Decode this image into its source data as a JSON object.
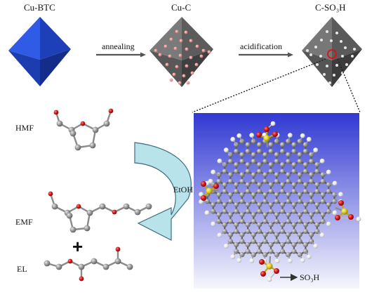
{
  "labels": {
    "cubtc": "Cu-BTC",
    "cuc": "Cu-C",
    "cso3h": "C-SO₃H",
    "annealing": "annealing",
    "acidification": "acidification",
    "hmf": "HMF",
    "etoh": "EtOH",
    "emf": "EMF",
    "plus": "+",
    "el": "EL",
    "so3h": "SO₃H"
  },
  "colors": {
    "octahedron_blue": "#2a55e0",
    "octahedron_gray": "#6e6e6e",
    "cu_particle": "#e88a8a",
    "pore": "#d8d8d8",
    "highlight_ring": "#e01010",
    "curved_arrow": "#b7e2ea",
    "graphene_bg_top": "#3b3fd8",
    "graphene_bg_bottom": "#f4f4fb",
    "carbon": "#8f8f8f",
    "oxygen": "#c21a1a",
    "sulfur": "#d4c21a",
    "hydrogen": "#f2f2f2"
  }
}
